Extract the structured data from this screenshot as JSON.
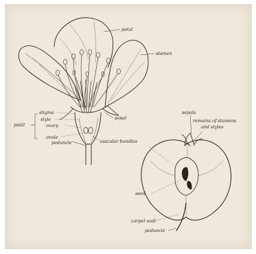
{
  "flower_labels": {
    "petal": "petal",
    "stamen": "stamen",
    "stigma": "stigma",
    "style": "style",
    "pistil": "pistil",
    "ovary": "ovary",
    "ovule": "ovule",
    "sepal": "sepal",
    "vascular_bundles": "vascular bundles",
    "peduncle": "peduncle"
  },
  "fruit_labels": {
    "sepals": "sepals",
    "remains_line1": "remains of stamens",
    "remains_line2": "and styles",
    "seed": "seed",
    "carpel_wall": "carpel wall",
    "peduncle": "peduncle"
  },
  "colors": {
    "paper": "#efe9dc",
    "ink": "#2a241c"
  }
}
